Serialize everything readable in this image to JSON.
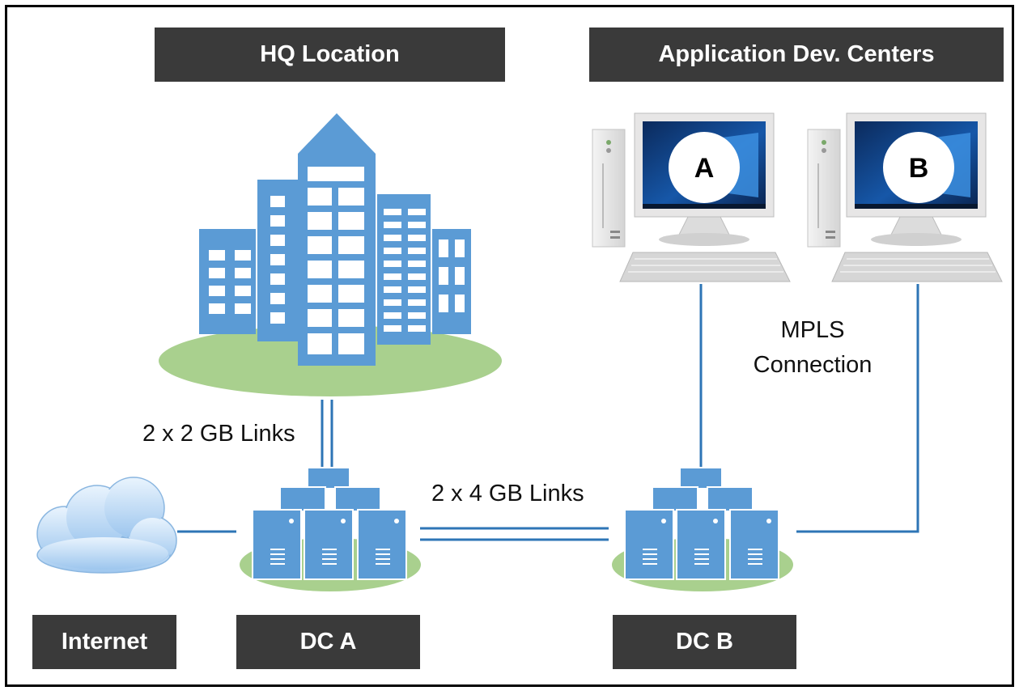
{
  "titles": {
    "hq": "HQ Location",
    "app_dev": "Application Dev. Centers"
  },
  "labels": {
    "internet": "Internet",
    "dc_a": "DC A",
    "dc_b": "DC B",
    "links_2gb": "2 x 2 GB Links",
    "links_4gb": "2 x 4 GB Links",
    "mpls_line1": "MPLS",
    "mpls_line2": "Connection",
    "workstation_a": "A",
    "workstation_b": "B"
  },
  "icons": [
    "building-icon",
    "cloud-icon",
    "server-cluster-icon",
    "workstation-icon"
  ],
  "colors": {
    "header_bg": "#3a3a3a",
    "icon_blue": "#5b9bd5",
    "line_blue": "#2e75b6",
    "island_green": "#a9d08e",
    "monitor_gray": "#e7e6e6"
  }
}
